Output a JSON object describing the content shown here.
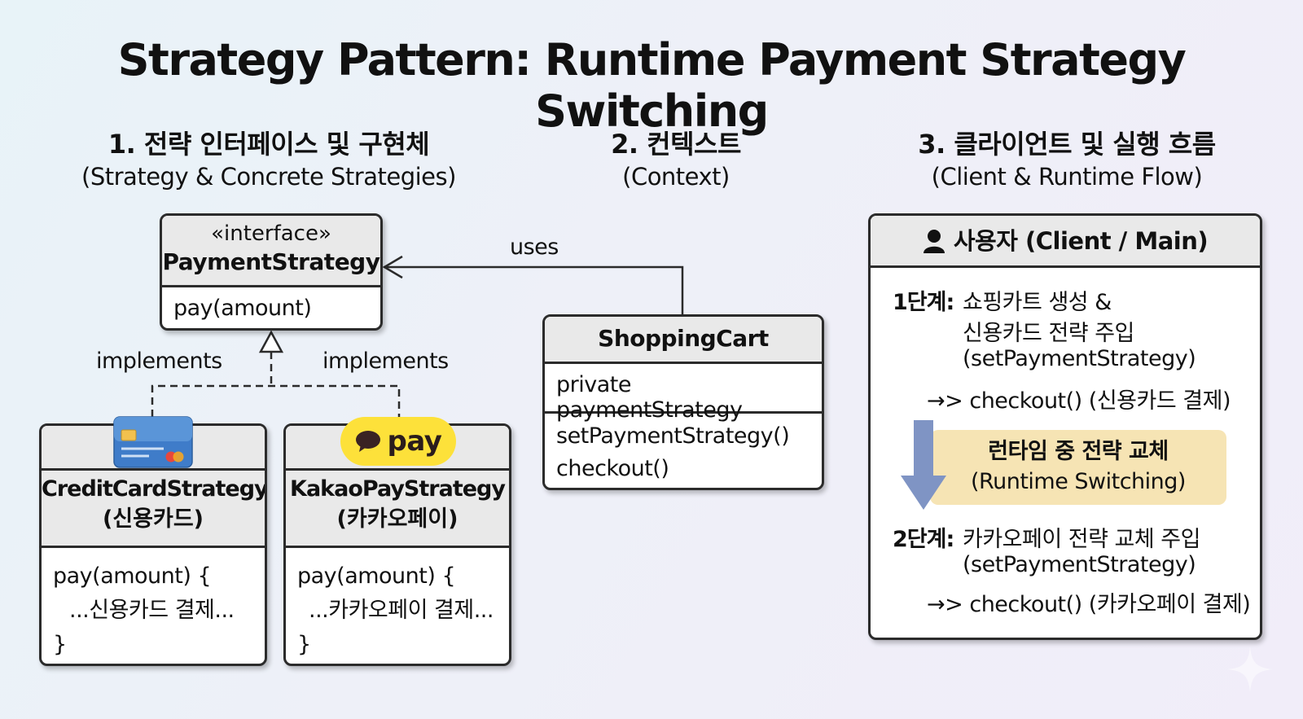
{
  "title": "Strategy Pattern: Runtime Payment Strategy Switching",
  "sections": [
    {
      "heading": "1. 전략 인터페이스 및 구현체",
      "subheading": "(Strategy & Concrete Strategies)"
    },
    {
      "heading": "2. 컨텍스트",
      "subheading": "(Context)"
    },
    {
      "heading": "3. 클라이언트 및 실행 흐름",
      "subheading": "(Client & Runtime Flow)"
    }
  ],
  "interface_box": {
    "stereotype": "«interface»",
    "name": "PaymentStrategy",
    "method": "pay(amount)"
  },
  "relations": {
    "uses": "uses",
    "implements_left": "implements",
    "implements_right": "implements"
  },
  "credit_card": {
    "name": "CreditCardStrategy",
    "korean": "(신용카드)",
    "code": [
      "pay(amount) {",
      "...신용카드 결제...",
      "}"
    ]
  },
  "kakao_pay": {
    "badge": "pay",
    "name": "KakaoPayStrategy",
    "korean": "(카카오페이)",
    "code": [
      "pay(amount) {",
      "...카카오페이 결제...",
      "}"
    ]
  },
  "shopping_cart": {
    "name": "ShoppingCart",
    "field": "private paymentStrategy",
    "methods": [
      "setPaymentStrategy()",
      "checkout()"
    ]
  },
  "client": {
    "header": "사용자 (Client / Main)",
    "step1_label": "1단계:",
    "step1_lines": [
      "쇼핑카트 생성 &",
      "신용카드 전략 주입",
      "(setPaymentStrategy)"
    ],
    "step1_result": "checkout() (신용카드 결제)",
    "switch_line1": "런타임 중 전략 교체",
    "switch_line2": "(Runtime Switching)",
    "step2_label": "2단계:",
    "step2_lines": [
      "카카오페이 전략 교체 주입",
      "(setPaymentStrategy)"
    ],
    "step2_result": "checkout() (카카오페이 결제)",
    "arrow_glyph": "→>"
  },
  "colors": {
    "kakao_yellow": "#fde13a",
    "card_blue": "#3f7cc9",
    "switch_bg": "#f6e4b4",
    "switch_arrow": "#7f94c4"
  }
}
